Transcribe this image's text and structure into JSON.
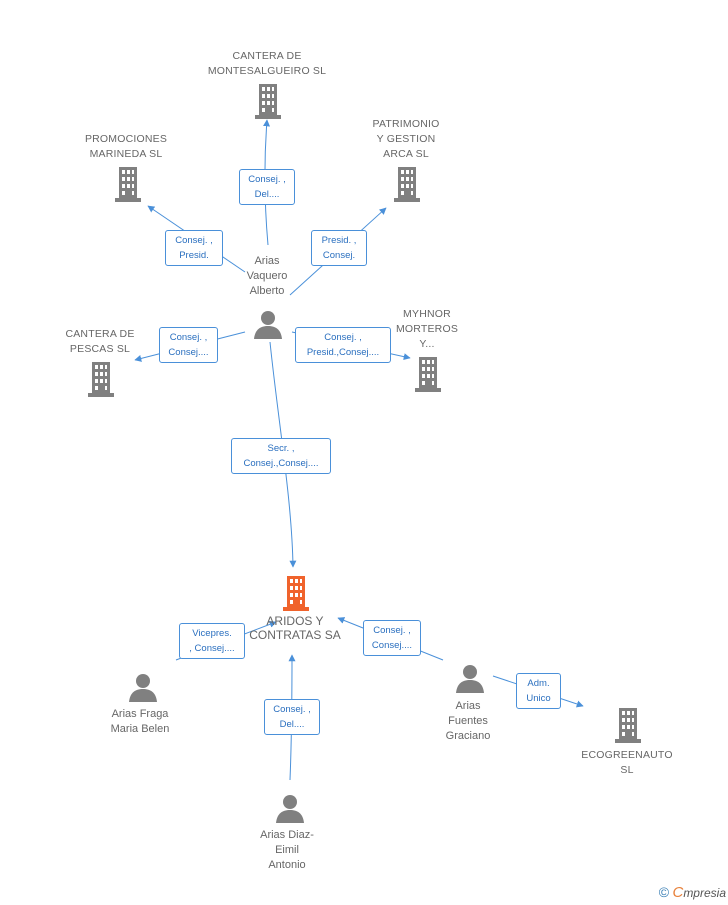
{
  "nodes": {
    "cantera_montesalgueiro": {
      "lines": [
        "CANTERA DE",
        "MONTESALGUEIRO SL"
      ],
      "type": "company"
    },
    "promociones_marineda": {
      "lines": [
        "PROMOCIONES",
        "MARINEDA SL"
      ],
      "type": "company"
    },
    "patrimonio_gestion_arca": {
      "lines": [
        "PATRIMONIO",
        "Y GESTION",
        "ARCA SL"
      ],
      "type": "company"
    },
    "cantera_pescas": {
      "lines": [
        "CANTERA DE",
        "PESCAS SL"
      ],
      "type": "company"
    },
    "myhnor_morteros": {
      "lines": [
        "MYHNOR",
        "MORTEROS",
        "Y..."
      ],
      "type": "company"
    },
    "arias_vaquero_alberto": {
      "lines": [
        "Arias",
        "Vaquero",
        "Alberto"
      ],
      "type": "person"
    },
    "aridos_contratas": {
      "lines": [
        "ARIDOS Y",
        "CONTRATAS SA"
      ],
      "type": "company-focus"
    },
    "arias_fraga_maria_belen": {
      "lines": [
        "Arias Fraga",
        "Maria Belen"
      ],
      "type": "person"
    },
    "arias_fuentes_graciano": {
      "lines": [
        "Arias",
        "Fuentes",
        "Graciano"
      ],
      "type": "person"
    },
    "ecogreenauto": {
      "lines": [
        "ECOGREENAUTO",
        "SL"
      ],
      "type": "company"
    },
    "arias_diaz_eimil_antonio": {
      "lines": [
        "Arias Diaz-",
        "Eimil",
        "Antonio"
      ],
      "type": "person"
    }
  },
  "edges": [
    {
      "id": "e1",
      "lines": [
        "Consej. ,",
        "Del...."
      ]
    },
    {
      "id": "e2",
      "lines": [
        "Consej. ,",
        "Presid."
      ]
    },
    {
      "id": "e3",
      "lines": [
        "Presid. ,",
        "Consej."
      ]
    },
    {
      "id": "e4",
      "lines": [
        "Consej. ,",
        "Consej...."
      ]
    },
    {
      "id": "e5",
      "lines": [
        "Consej. ,",
        "Presid.,Consej...."
      ]
    },
    {
      "id": "e6",
      "lines": [
        "Secr. ,",
        "Consej.,Consej...."
      ]
    },
    {
      "id": "e7",
      "lines": [
        "Vicepres.",
        ", Consej...."
      ]
    },
    {
      "id": "e8",
      "lines": [
        "Consej. ,",
        "Consej...."
      ]
    },
    {
      "id": "e9",
      "lines": [
        "Adm.",
        "Unico"
      ]
    },
    {
      "id": "e10",
      "lines": [
        "Consej. ,",
        "Del...."
      ]
    }
  ],
  "footer": {
    "copyright": "©",
    "brand_initial": "C",
    "brand_rest": "mpresia"
  },
  "colors": {
    "edge": "#4a90d9",
    "icon": "#808080",
    "focus_icon": "#f0632c",
    "label": "#666666"
  },
  "icons": {
    "company": "building-icon",
    "person": "person-icon",
    "focus": "building-icon-highlighted"
  }
}
